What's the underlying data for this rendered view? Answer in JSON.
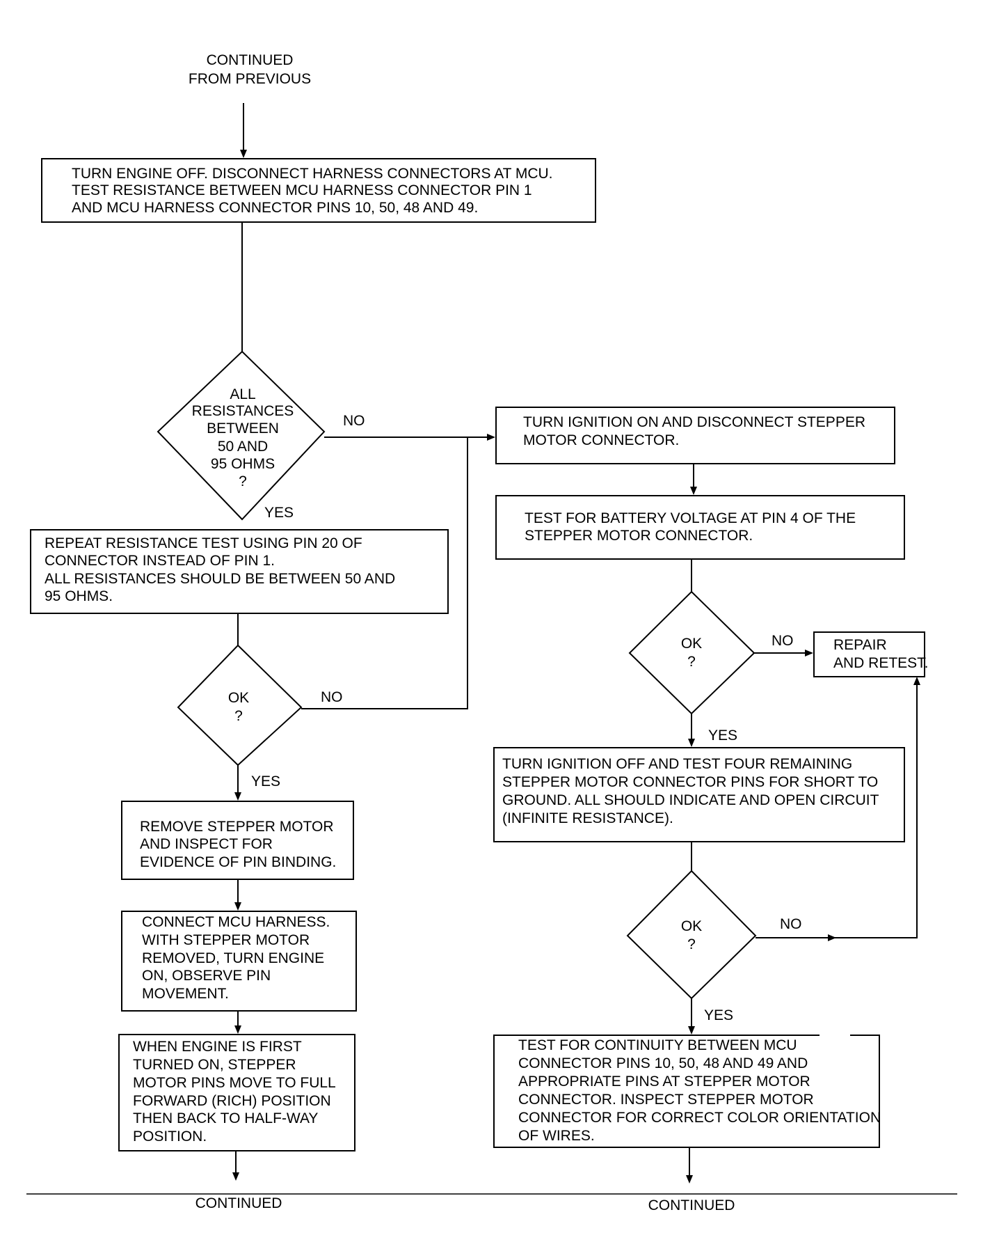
{
  "header": {
    "line1": "CONTINUED",
    "line2": "FROM PREVIOUS"
  },
  "box1": [
    "TURN ENGINE OFF. DISCONNECT HARNESS CONNECTORS AT MCU.",
    "TEST RESISTANCE BETWEEN MCU HARNESS CONNECTOR PIN 1",
    "AND MCU HARNESS CONNECTOR PINS 10, 50, 48 AND 49."
  ],
  "diamond1": [
    "ALL",
    "RESISTANCES",
    "BETWEEN",
    "50 AND",
    "95 OHMS",
    "?"
  ],
  "box2": [
    "REPEAT RESISTANCE TEST USING PIN 20 OF",
    "CONNECTOR INSTEAD OF PIN 1.",
    "ALL RESISTANCES SHOULD BE BETWEEN 50 AND",
    "95 OHMS."
  ],
  "diamond2": [
    "OK",
    "?"
  ],
  "box3": [
    "REMOVE STEPPER MOTOR",
    "AND INSPECT FOR",
    "EVIDENCE OF PIN BINDING."
  ],
  "box4": [
    "CONNECT MCU HARNESS.",
    "WITH STEPPER MOTOR",
    "REMOVED, TURN ENGINE",
    "ON, OBSERVE PIN",
    "MOVEMENT."
  ],
  "box5": [
    "WHEN ENGINE IS FIRST",
    "TURNED ON, STEPPER",
    "MOTOR PINS MOVE TO FULL",
    "FORWARD (RICH) POSITION",
    "THEN BACK TO HALF-WAY",
    "POSITION."
  ],
  "box6": [
    "TURN IGNITION ON AND DISCONNECT STEPPER",
    "MOTOR CONNECTOR."
  ],
  "box7": [
    "TEST FOR BATTERY VOLTAGE AT PIN 4 OF THE",
    "STEPPER MOTOR CONNECTOR."
  ],
  "diamond3": [
    "OK",
    "?"
  ],
  "repair": [
    "REPAIR",
    "AND RETEST."
  ],
  "box8": [
    "TURN IGNITION OFF AND TEST FOUR REMAINING",
    "STEPPER MOTOR CONNECTOR PINS FOR SHORT TO",
    "GROUND. ALL SHOULD INDICATE AND OPEN CIRCUIT",
    "(INFINITE RESISTANCE)."
  ],
  "diamond4": [
    "OK",
    "?"
  ],
  "box9": [
    "TEST FOR CONTINUITY BETWEEN MCU",
    "CONNECTOR PINS 10, 50, 48 AND 49 AND",
    "APPROPRIATE PINS AT STEPPER MOTOR",
    "CONNECTOR. INSPECT STEPPER MOTOR",
    "CONNECTOR FOR CORRECT COLOR ORIENTATION",
    "OF WIRES."
  ],
  "labels": {
    "yes": "YES",
    "no": "NO"
  },
  "footer": {
    "left": "CONTINUED",
    "right": "CONTINUED"
  }
}
